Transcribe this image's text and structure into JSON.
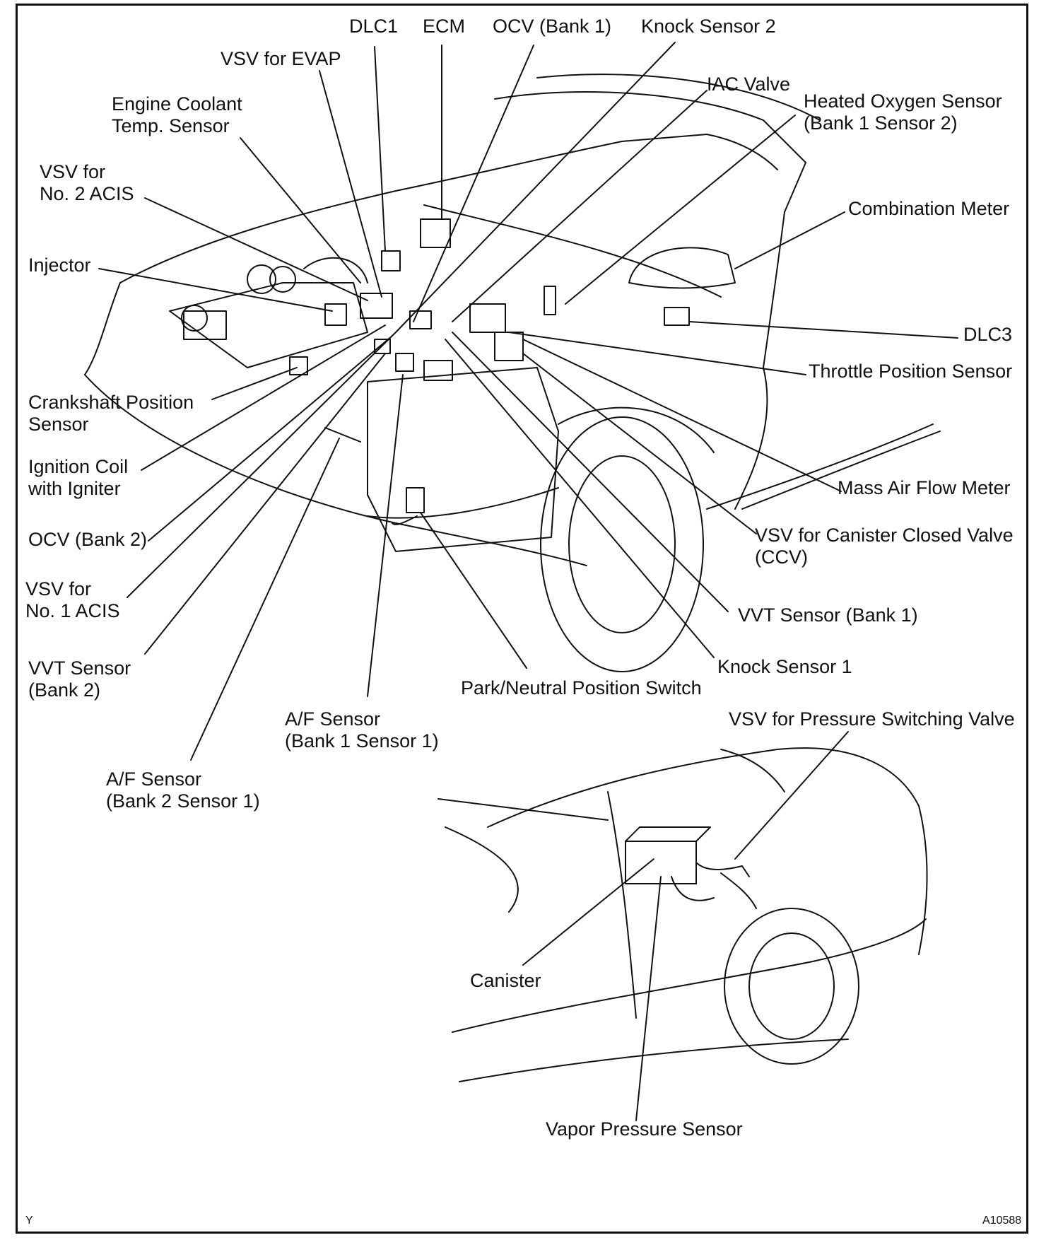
{
  "labels": {
    "dlc1": "DLC1",
    "ecm": "ECM",
    "ocv_bank1": "OCV (Bank 1)",
    "knock_sensor_2": "Knock Sensor 2",
    "vsv_evap": "VSV for EVAP",
    "iac_valve": "IAC Valve",
    "engine_coolant_1": "Engine Coolant",
    "engine_coolant_2": "Temp. Sensor",
    "heated_o2_1": "Heated Oxygen Sensor",
    "heated_o2_2": "(Bank 1 Sensor 2)",
    "vsv_acis2_1": "VSV for",
    "vsv_acis2_2": "No. 2 ACIS",
    "combination_meter": "Combination Meter",
    "injector": "Injector",
    "dlc3": "DLC3",
    "throttle_position": "Throttle Position Sensor",
    "crankshaft_1": "Crankshaft Position",
    "crankshaft_2": "Sensor",
    "ignition_1": "Ignition Coil",
    "ignition_2": "with Igniter",
    "mass_air_flow": "Mass Air Flow Meter",
    "ocv_bank2": "OCV (Bank 2)",
    "vsv_ccv_1": "VSV for Canister Closed Valve",
    "vsv_ccv_2": "(CCV)",
    "vsv_acis1_1": "VSV for",
    "vsv_acis1_2": "No. 1 ACIS",
    "vvt_bank1": "VVT Sensor  (Bank 1)",
    "vvt_bank2_1": "VVT Sensor",
    "vvt_bank2_2": "(Bank 2)",
    "knock_sensor_1": "Knock Sensor 1",
    "park_neutral": "Park/Neutral Position Switch",
    "af_bank1_1": "A/F Sensor",
    "af_bank1_2": "(Bank 1 Sensor 1)",
    "vsv_pressure": "VSV for Pressure Switching Valve",
    "af_bank2_1": "A/F Sensor",
    "af_bank2_2": "(Bank 2 Sensor 1)",
    "canister": "Canister",
    "vapor_pressure": "Vapor Pressure Sensor"
  },
  "corner_marks": {
    "left": "Y",
    "right": "A10588"
  }
}
